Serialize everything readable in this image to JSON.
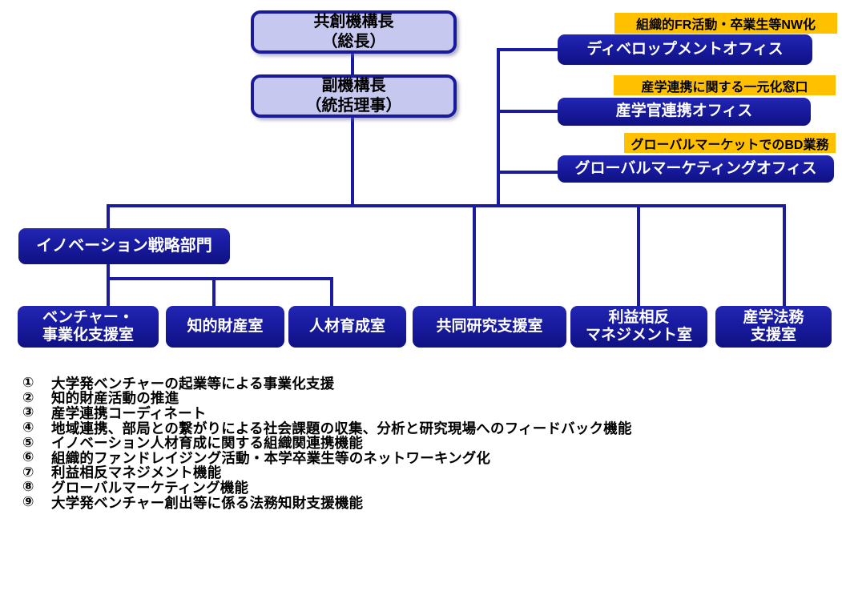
{
  "colors": {
    "box_fill_light": "#c6c8f0",
    "box_border_blue": "#1a1a9c",
    "box_fill_dark": "#181ba0",
    "connector_blue": "#1a1b9e",
    "tag_yellow": "#ffc000",
    "text_on_blue": "#ffffff",
    "text_black": "#000000"
  },
  "executives": [
    {
      "label": "共創機構長\n（総長）"
    },
    {
      "label": "副機構長\n（統括理事）"
    }
  ],
  "offices": [
    {
      "tag": "組織的FR活動・卒業生等NW化",
      "name": "ディベロップメントオフィス"
    },
    {
      "tag": "産学連携に関する一元化窓口",
      "name": "産学官連携オフィス"
    },
    {
      "tag": "グローバルマーケットでのBD業務",
      "name": "グローバルマーケティングオフィス"
    }
  ],
  "division": {
    "name": "イノベーション戦略部門"
  },
  "rooms": [
    {
      "name": "ベンチャー・\n事業化支援室"
    },
    {
      "name": "知的財産室"
    },
    {
      "name": "人材育成室"
    },
    {
      "name": "共同研究支援室"
    },
    {
      "name": "利益相反\nマネジメント室"
    },
    {
      "name": "産学法務\n支援室"
    }
  ],
  "functions": [
    {
      "num": "①",
      "text": "大学発ベンチャーの起業等による事業化支援"
    },
    {
      "num": "②",
      "text": "知的財産活動の推進"
    },
    {
      "num": "③",
      "text": "産学連携コーディネート"
    },
    {
      "num": "④",
      "text": "地域連携、部局との繋がりによる社会課題の収集、分析と研究現場へのフィードバック機能"
    },
    {
      "num": "⑤",
      "text": "イノベーション人材育成に関する組織関連携機能"
    },
    {
      "num": "⑥",
      "text": "組織的ファンドレイジング活動・本学卒業生等のネットワーキング化"
    },
    {
      "num": "⑦",
      "text": "利益相反マネジメント機能"
    },
    {
      "num": "⑧",
      "text": "グローバルマーケティング機能"
    },
    {
      "num": "⑨",
      "text": "大学発ベンチャー創出等に係る法務知財支援機能"
    }
  ]
}
